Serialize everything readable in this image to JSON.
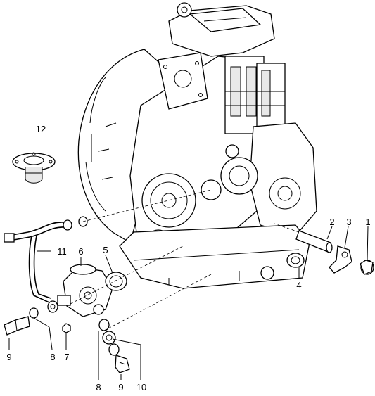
{
  "diagram": {
    "callouts": [
      "12",
      "1",
      "2",
      "3",
      "4",
      "5",
      "6",
      "11",
      "9",
      "8",
      "7",
      "8",
      "9",
      "10"
    ]
  }
}
